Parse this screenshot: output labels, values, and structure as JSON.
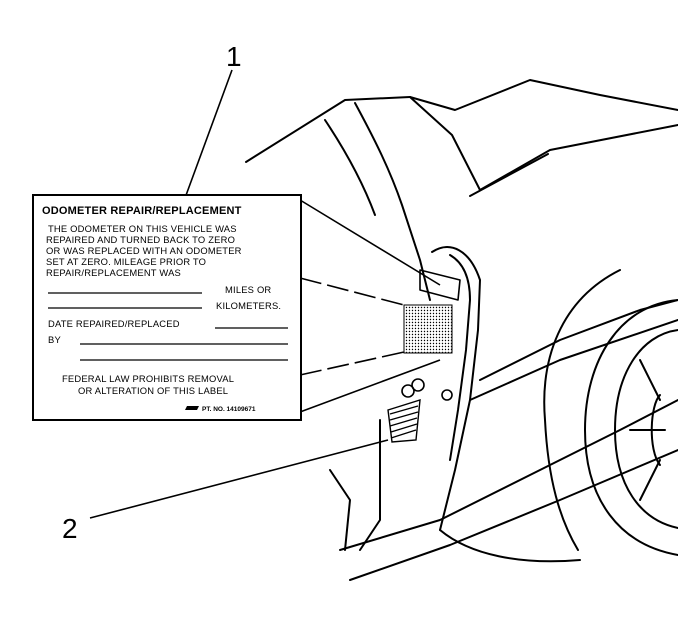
{
  "callouts": {
    "label_callout": "1",
    "bumper_callout": "2"
  },
  "label": {
    "title": "ODOMETER REPAIR/REPLACEMENT",
    "body_lines": [
      "THE ODOMETER ON THIS VEHICLE WAS",
      "REPAIRED AND TURNED BACK TO ZERO",
      "OR WAS REPLACED WITH AN ODOMETER",
      "SET AT ZERO.   MILEAGE PRIOR TO",
      "REPAIR/REPLACEMENT WAS"
    ],
    "miles_or": "MILES OR",
    "kilometers": "KILOMETERS.",
    "date_repaired": "DATE REPAIRED/REPLACED",
    "by": "BY",
    "warning_line_1": "FEDERAL LAW PROHIBITS REMOVAL",
    "warning_line_2": "OR ALTERATION OF THIS LABEL",
    "part_number": "PT. NO. 14109671"
  }
}
